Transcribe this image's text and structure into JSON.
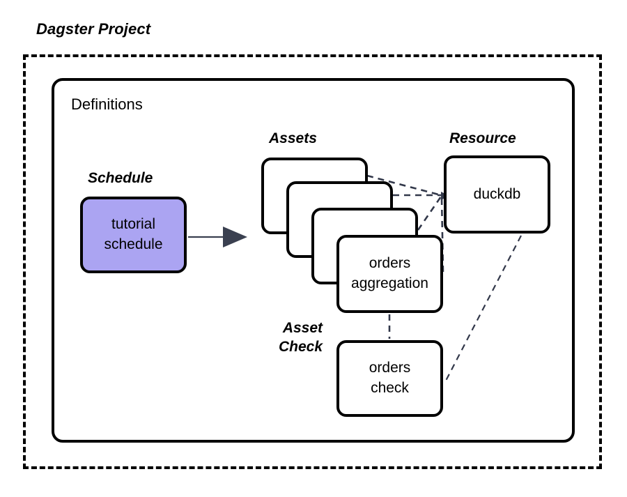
{
  "diagram": {
    "title": "Dagster Project",
    "container_label": "Definitions",
    "groups": {
      "schedule": "Schedule",
      "assets": "Assets",
      "resource": "Resource",
      "asset_check": "Asset\nCheck"
    },
    "nodes": {
      "schedule": {
        "line1": "tutorial",
        "line2": "schedule"
      },
      "assets_stack": {
        "count": 4,
        "blank_cards": 3
      },
      "orders_aggregation": {
        "line1": "orders",
        "line2": "aggregation"
      },
      "duckdb": {
        "line1": "duckdb"
      },
      "orders_check": {
        "line1": "orders",
        "line2": "check"
      }
    },
    "edges": [
      {
        "from": "tutorial schedule",
        "to": "assets",
        "style": "solid-arrow"
      },
      {
        "from": "asset card 1",
        "to": "duckdb",
        "style": "dashed"
      },
      {
        "from": "asset card 2",
        "to": "duckdb",
        "style": "dashed"
      },
      {
        "from": "asset card 3",
        "to": "duckdb",
        "style": "dashed"
      },
      {
        "from": "orders aggregation",
        "to": "duckdb",
        "style": "dashed"
      },
      {
        "from": "orders aggregation",
        "to": "orders check",
        "style": "dashed"
      },
      {
        "from": "duckdb",
        "to": "orders check",
        "style": "dashed"
      }
    ],
    "colors": {
      "schedule_fill": "#ABA4F2",
      "stroke": "#000000",
      "arrow": "#3A4050",
      "background": "#FFFFFF"
    }
  }
}
